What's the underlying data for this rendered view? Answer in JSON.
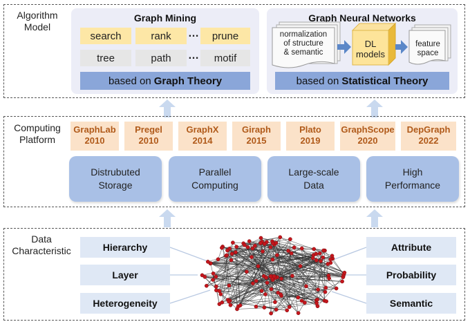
{
  "algorithm": {
    "label_line1": "Algorithm",
    "label_line2": "Model",
    "graph_mining": {
      "title": "Graph Mining",
      "row1": [
        "search",
        "rank",
        "prune"
      ],
      "row2": [
        "tree",
        "path",
        "motif"
      ],
      "ellipsis": "…",
      "theory_prefix": "based on",
      "theory_bold": "Graph Theory"
    },
    "gnn": {
      "title": "Graph Neural Networks",
      "input_line1": "normalization",
      "input_line2": "of structure",
      "input_line3": "& semantic",
      "model_line1": "DL",
      "model_line2": "models",
      "output_line1": "feature",
      "output_line2": "space",
      "theory_prefix": "based on",
      "theory_bold": "Statistical Theory"
    }
  },
  "computing": {
    "label_line1": "Computing",
    "label_line2": "Platform",
    "systems": [
      {
        "name": "GraphLab",
        "year": "2010"
      },
      {
        "name": "Pregel",
        "year": "2010"
      },
      {
        "name": "GraphX",
        "year": "2014"
      },
      {
        "name": "Giraph",
        "year": "2015"
      },
      {
        "name": "Plato",
        "year": "2019"
      },
      {
        "name": "GraphScope",
        "year": "2020"
      },
      {
        "name": "DepGraph",
        "year": "2022"
      }
    ],
    "features": [
      {
        "line1": "Distrubuted",
        "line2": "Storage"
      },
      {
        "line1": "Parallel",
        "line2": "Computing"
      },
      {
        "line1": "Large-scale",
        "line2": "Data"
      },
      {
        "line1": "High",
        "line2": "Performance"
      }
    ]
  },
  "data": {
    "label_line1": "Data",
    "label_line2": "Characteristic",
    "left": [
      "Hierarchy",
      "Layer",
      "Heterogeneity"
    ],
    "right": [
      "Attribute",
      "Probability",
      "Semantic"
    ]
  },
  "colors": {
    "yellow_chip": "#fde7a6",
    "gray_chip": "#e6e6e6",
    "theory_blue": "#8aa6d9",
    "system_peach": "#fbe2c9",
    "system_text": "#b05a1a",
    "feature_blue": "#a9c0e6",
    "characteristic_blue": "#dfe8f5",
    "node_red": "#c4161c",
    "arrow_blue": "#c9d9ef"
  }
}
